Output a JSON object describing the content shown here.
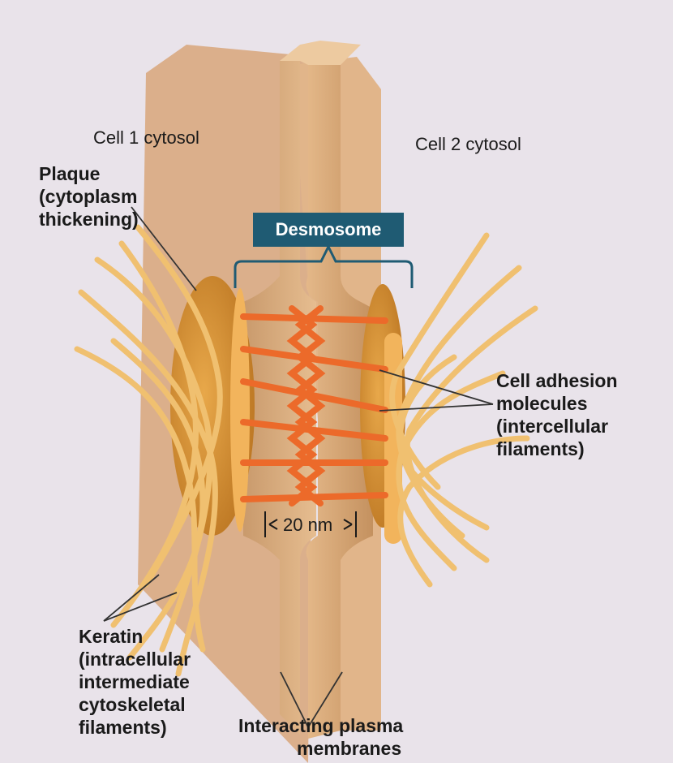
{
  "labels": {
    "cell1": "Cell 1 cytosol",
    "cell2": "Cell 2 cytosol",
    "plaque": [
      "Plaque",
      "(cytoplasm",
      "thickening)"
    ],
    "desmosome": "Desmosome",
    "cam": [
      "Cell adhesion",
      "molecules",
      "(intercellular",
      "filaments)"
    ],
    "gap": "20 nm",
    "keratin": [
      "Keratin",
      "(intracellular",
      "intermediate",
      "cytoskeletal",
      "filaments)"
    ],
    "membranes": [
      "Interacting plasma",
      "membranes"
    ]
  },
  "colors": {
    "membrane": "#dcae7e",
    "plaque": "#d9922e",
    "filament": "#ec6a2a",
    "keratin": "#f0c070",
    "callout": "#1f5b73"
  }
}
